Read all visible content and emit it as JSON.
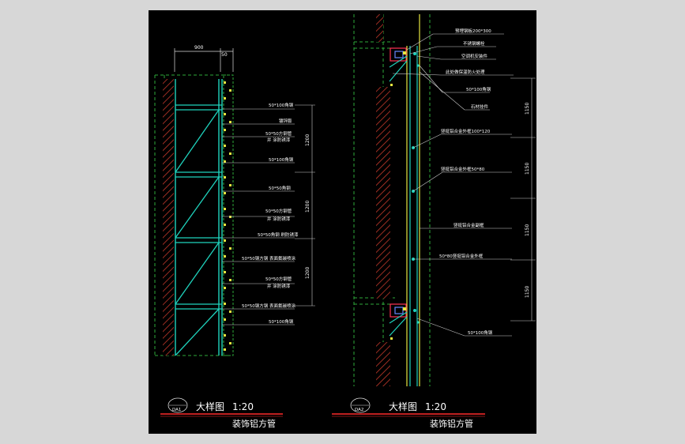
{
  "left_detail": {
    "dim_top": "900",
    "dim_top_small": "50",
    "annotations": [
      "50*100角钢",
      "镀锌膨",
      "50*50方钢管",
      "并 涂防锈漆",
      "50*100角钢",
      "50*50角钢",
      "50*50方钢管",
      "并 涂防锈漆",
      "50*50角钢 刷防锈漆",
      "50*50钢方钢 表面氟碳喷涂",
      "50*50方钢管",
      "并 涂防锈漆",
      "50*50钢方钢 表面氟碳喷涂",
      "50*100角钢"
    ],
    "dims_right": [
      "1200",
      "1200",
      "1200"
    ],
    "marker_number": "DA1",
    "title": "大样图",
    "scale": "1:20",
    "subtitle": "装饰铝方管"
  },
  "right_detail": {
    "annotations": [
      "预埋钢板200*300",
      "不锈钢螺栓",
      "空调机安装件",
      "此处做保温防火处理",
      "50*100角钢",
      "石材挂件",
      "竖挺铝合金外框100*120",
      "竖挺铝合金外框50*80",
      "竖挺铝合金副框",
      "50*80竖挺铝合金外框",
      "50*100角钢"
    ],
    "dims_right": [
      "1150",
      "1150",
      "1150",
      "1150"
    ],
    "marker_number": "DA2",
    "title": "大样图",
    "scale": "1:20",
    "subtitle": "装饰铝方管"
  },
  "colors": {
    "background": "#000000",
    "frame": "#d7d7d7",
    "wall_hatch": "#c2382b",
    "steel": "#1fd3bd",
    "bolts": "#e6e640",
    "dashed": "#2ea83a",
    "text": "#ffffff",
    "title_line": "#ff2a2a"
  }
}
